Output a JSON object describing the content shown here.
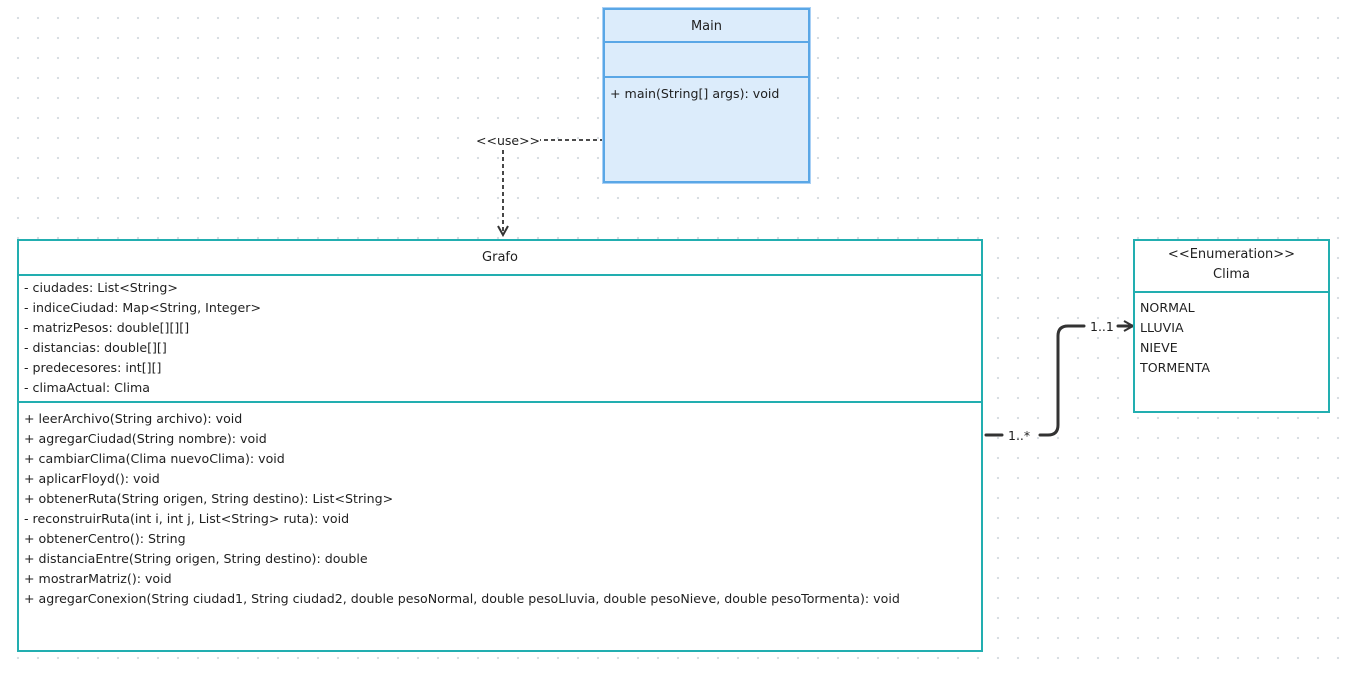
{
  "diagram": {
    "main_class": {
      "name": "Main",
      "attributes": [],
      "methods": [
        "+ main(String[] args): void"
      ]
    },
    "grafo_class": {
      "name": "Grafo",
      "attributes": [
        "- ciudades: List<String>",
        "- indiceCiudad: Map<String, Integer>",
        "- matrizPesos: double[][][]",
        "- distancias: double[][]",
        "- predecesores: int[][]",
        "- climaActual: Clima"
      ],
      "methods": [
        "+ leerArchivo(String archivo): void",
        "+ agregarCiudad(String nombre): void",
        "+ cambiarClima(Clima nuevoClima): void",
        "+ aplicarFloyd(): void",
        "+ obtenerRuta(String origen, String destino): List<String>",
        "- reconstruirRuta(int i, int j, List<String> ruta): void",
        "+ obtenerCentro(): String",
        "+ distanciaEntre(String origen, String destino): double",
        "+ mostrarMatriz(): void",
        "+ agregarConexion(String ciudad1, String ciudad2, double pesoNormal, double pesoLluvia, double pesoNieve, double pesoTormenta): void"
      ]
    },
    "clima_enum": {
      "stereotype": "<<Enumeration>>",
      "name": "Clima",
      "values": [
        "NORMAL",
        "LLUVIA",
        "NIEVE",
        "TORMENTA"
      ]
    },
    "relations": {
      "use_label": "<<use>>",
      "association_target_multiplicity": "1..1",
      "association_source_multiplicity": "1..*"
    },
    "colors": {
      "class_border": "#22aeb0",
      "selected_border": "#5aa7e6",
      "selected_fill": "#dcecfb",
      "connector": "#333333"
    }
  }
}
